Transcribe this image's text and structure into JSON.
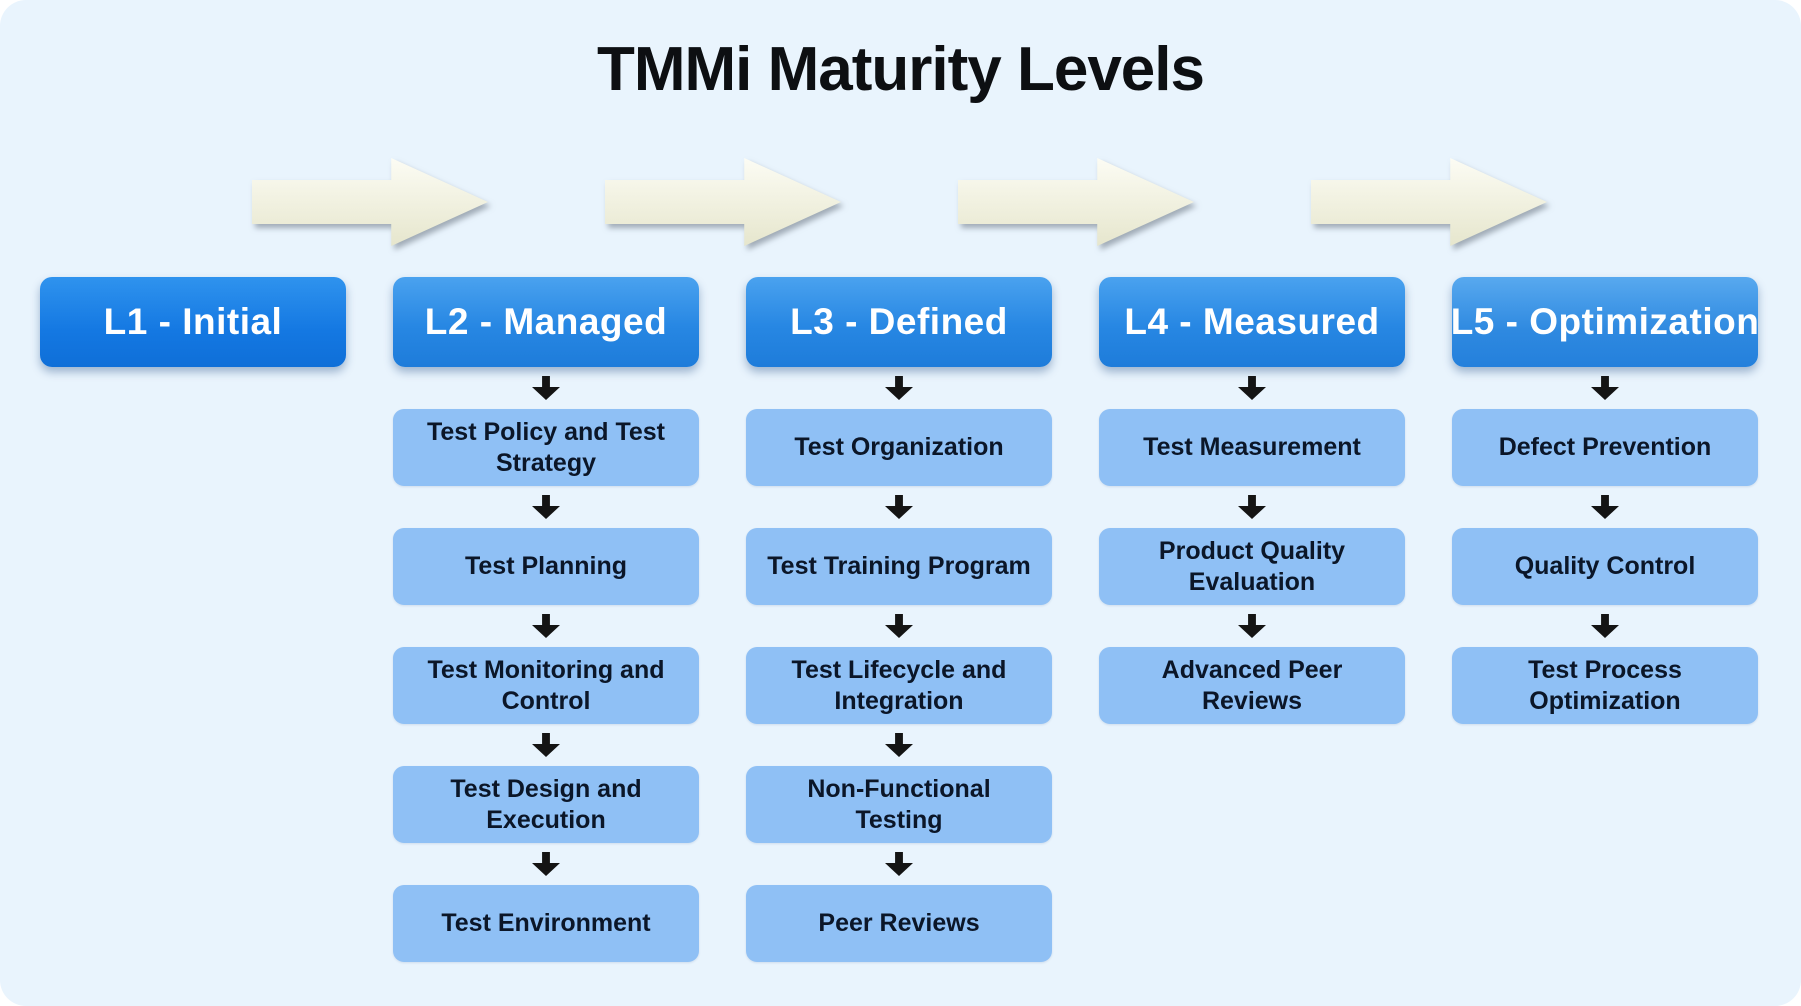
{
  "title": "TMMi Maturity Levels",
  "levels": [
    {
      "label": "L1 - Initial",
      "practices": []
    },
    {
      "label": "L2 - Managed",
      "practices": [
        "Test Policy and Test Strategy",
        "Test Planning",
        "Test Monitoring and Control",
        "Test Design and Execution",
        "Test Environment"
      ]
    },
    {
      "label": "L3 - Defined",
      "practices": [
        "Test Organization",
        "Test Training Program",
        "Test Lifecycle and Integration",
        "Non-Functional Testing",
        "Peer Reviews"
      ]
    },
    {
      "label": "L4 - Measured",
      "practices": [
        "Test Measurement",
        "Product Quality Evaluation",
        "Advanced Peer Reviews"
      ]
    },
    {
      "label": "L5 - Optimization",
      "practices": [
        "Defect Prevention",
        "Quality Control",
        "Test Process Optimization"
      ]
    }
  ],
  "icons": {
    "flow_arrow": "right-arrow-icon",
    "step_arrow": "down-arrow-icon"
  },
  "colors": {
    "background": "#e9f4fd",
    "header_gradient_top": "#4aa2ef",
    "header_gradient_bottom": "#1e7cda",
    "header_text": "#ffffff",
    "practice_fill": "#8fc0f5",
    "practice_text": "#0b1628",
    "flow_arrow_fill": "#f2f2e2",
    "step_arrow_fill": "#141414",
    "title_text": "#0d0f12"
  }
}
